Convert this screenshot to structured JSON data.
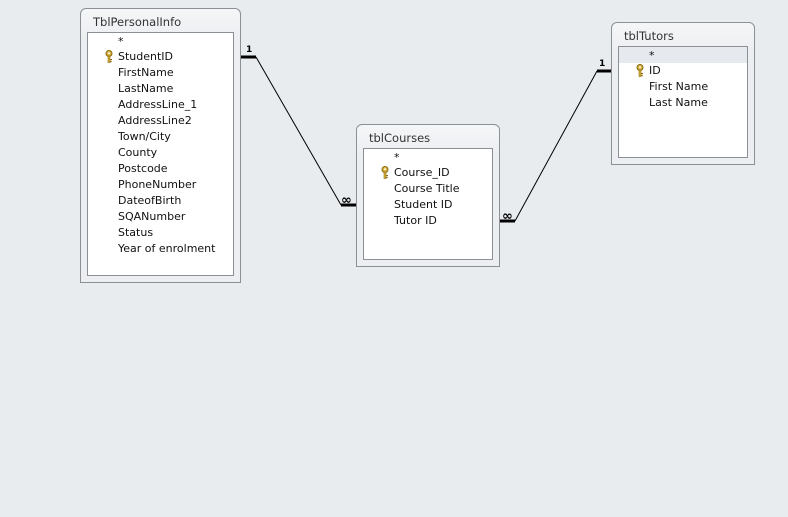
{
  "window": {
    "title": "Relationships"
  },
  "tables": [
    {
      "name": "TblPersonalInfo",
      "highlight_star": false,
      "fields": [
        {
          "name": "*",
          "key": false
        },
        {
          "name": "StudentID",
          "key": true
        },
        {
          "name": "FirstName",
          "key": false
        },
        {
          "name": "LastName",
          "key": false
        },
        {
          "name": "AddressLine_1",
          "key": false
        },
        {
          "name": "AddressLine2",
          "key": false
        },
        {
          "name": "Town/City",
          "key": false
        },
        {
          "name": "County",
          "key": false
        },
        {
          "name": "Postcode",
          "key": false
        },
        {
          "name": "PhoneNumber",
          "key": false
        },
        {
          "name": "DateofBirth",
          "key": false
        },
        {
          "name": "SQANumber",
          "key": false
        },
        {
          "name": "Status",
          "key": false
        },
        {
          "name": "Year of enrolment",
          "key": false
        }
      ]
    },
    {
      "name": "tblCourses",
      "highlight_star": false,
      "fields": [
        {
          "name": "*",
          "key": false
        },
        {
          "name": "Course_ID",
          "key": true
        },
        {
          "name": "Course Title",
          "key": false
        },
        {
          "name": "Student ID",
          "key": false
        },
        {
          "name": "Tutor ID",
          "key": false
        }
      ]
    },
    {
      "name": "tblTutors",
      "highlight_star": true,
      "fields": [
        {
          "name": "*",
          "key": false
        },
        {
          "name": "ID",
          "key": true
        },
        {
          "name": "First Name",
          "key": false
        },
        {
          "name": "Last Name",
          "key": false
        }
      ]
    }
  ],
  "relationships": [
    {
      "from_table": "TblPersonalInfo",
      "from_field": "StudentID",
      "from_label": "1",
      "to_table": "tblCourses",
      "to_field": "Student ID",
      "to_label": "∞"
    },
    {
      "from_table": "tblTutors",
      "from_field": "ID",
      "from_label": "1",
      "to_table": "tblCourses",
      "to_field": "Tutor ID",
      "to_label": "∞"
    }
  ],
  "colors": {
    "background": "#e9ecef",
    "border": "#8a9096",
    "key": "#c9a227",
    "line": "#000000"
  }
}
